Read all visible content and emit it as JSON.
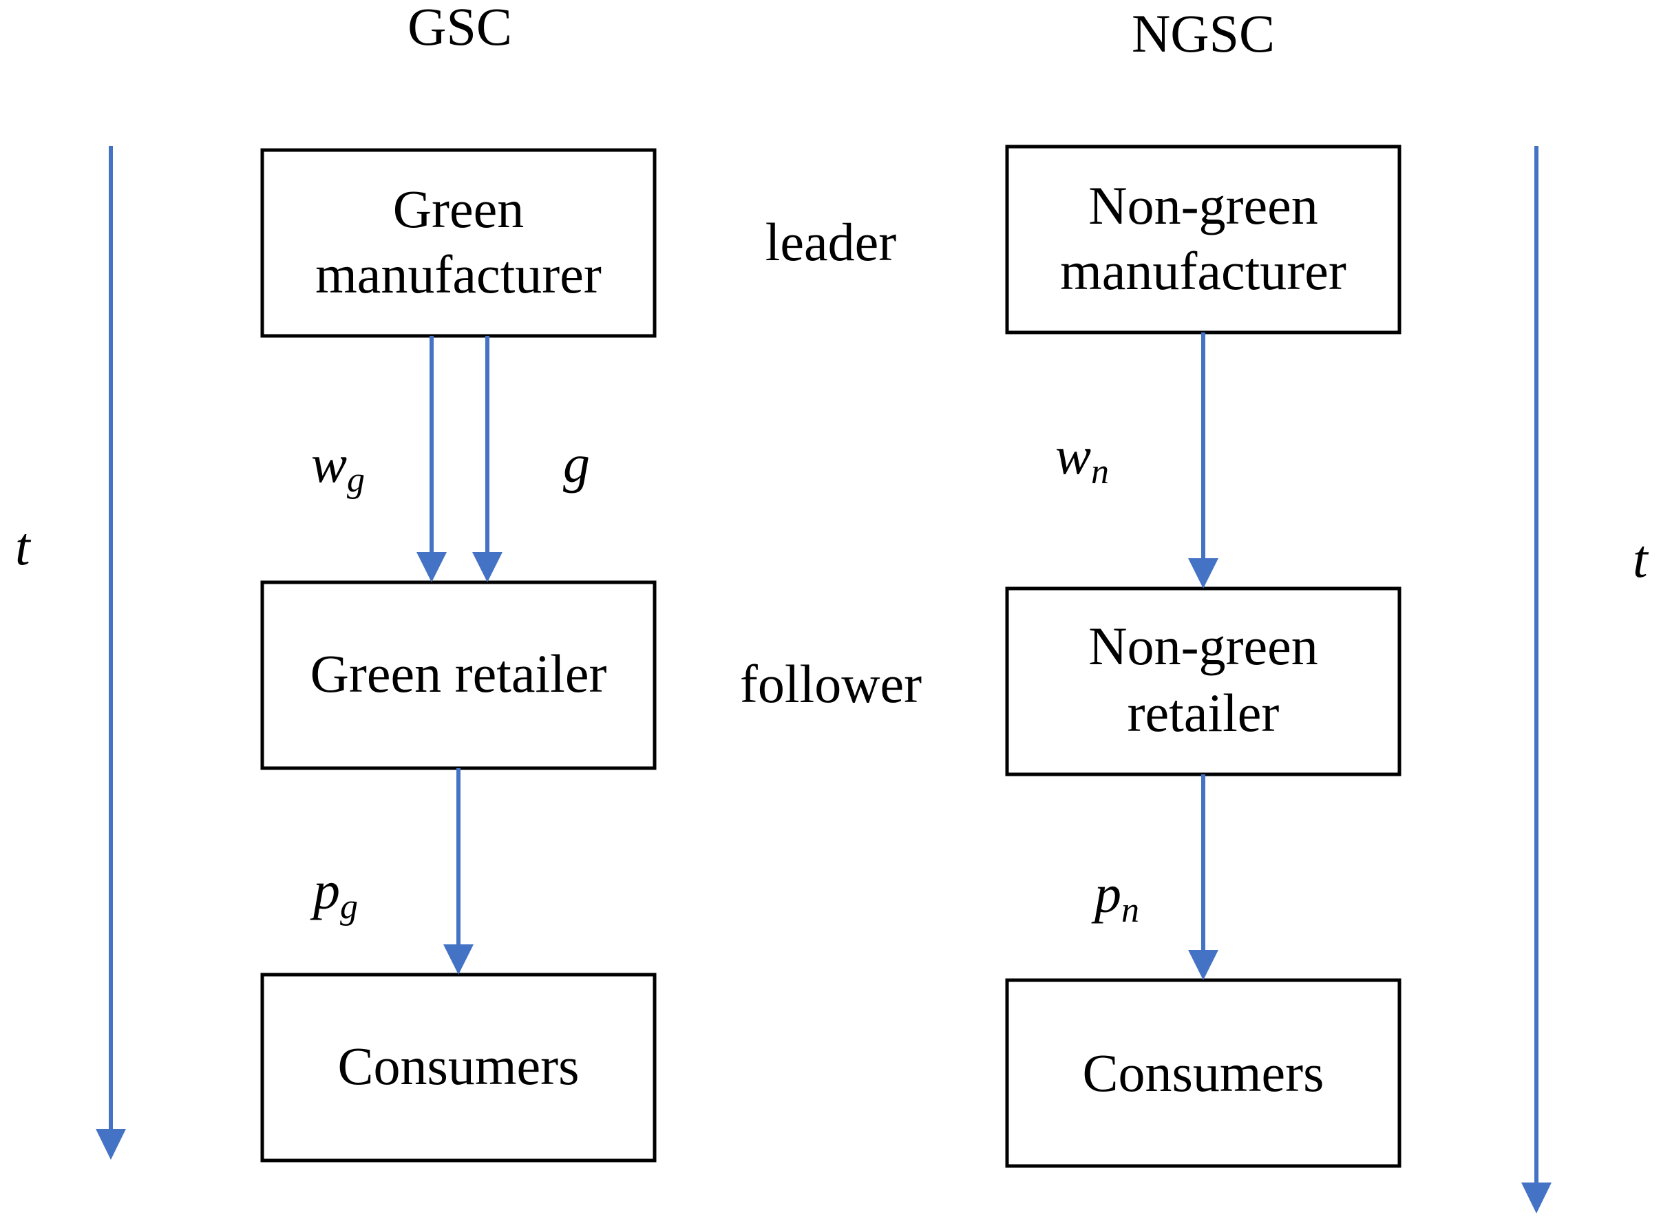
{
  "colors": {
    "arrow": "#4472C4",
    "box_border": "#000000",
    "text": "#000000"
  },
  "headers": {
    "left": "GSC",
    "right": "NGSC"
  },
  "roles": {
    "leader": "leader",
    "follower": "follower"
  },
  "time_axis": {
    "left_label": "t",
    "right_label": "t"
  },
  "gsc": {
    "manufacturer": [
      "Green",
      "manufacturer"
    ],
    "retailer": [
      "Green retailer"
    ],
    "consumers": [
      "Consumers"
    ],
    "wholesale_price": {
      "base": "w",
      "sub": "g"
    },
    "greenness": {
      "base": "g"
    },
    "retail_price": {
      "base": "p",
      "sub": "g"
    }
  },
  "ngsc": {
    "manufacturer": [
      "Non-green",
      "manufacturer"
    ],
    "retailer": [
      "Non-green",
      "retailer"
    ],
    "consumers": [
      "Consumers"
    ],
    "wholesale_price": {
      "base": "w",
      "sub": "n"
    },
    "retail_price": {
      "base": "p",
      "sub": "n"
    }
  }
}
